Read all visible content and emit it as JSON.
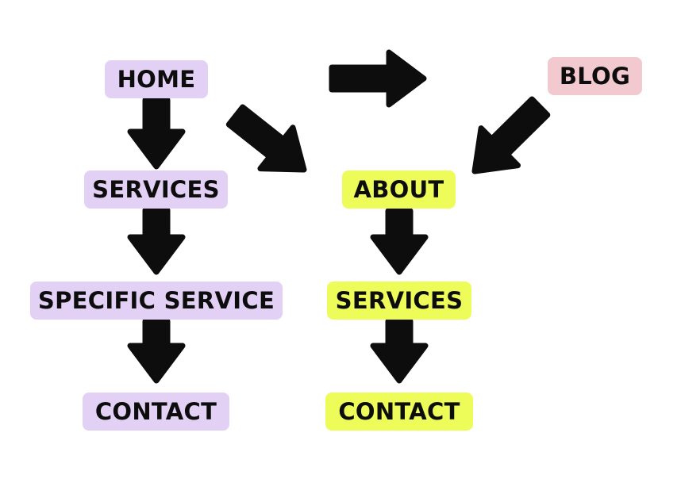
{
  "colors": {
    "path_a": "#e3d0f5",
    "path_b": "#eefc5a",
    "blog": "#f1c9cf",
    "arrow": "#0d0d0d"
  },
  "nodes": {
    "home": "HOME",
    "services_a": "SERVICES",
    "specific_service": "SPECIFIC SERVICE",
    "contact_a": "CONTACT",
    "blog": "BLOG",
    "about": "ABOUT",
    "services_b": "SERVICES",
    "contact_b": "CONTACT"
  },
  "edges": [
    {
      "from": "home",
      "to": "services_a"
    },
    {
      "from": "services_a",
      "to": "specific_service"
    },
    {
      "from": "specific_service",
      "to": "contact_a"
    },
    {
      "from": "home",
      "to": "about"
    },
    {
      "from": "blog",
      "to": "about"
    },
    {
      "from": "about",
      "to": "services_b"
    },
    {
      "from": "services_b",
      "to": "contact_b"
    }
  ]
}
